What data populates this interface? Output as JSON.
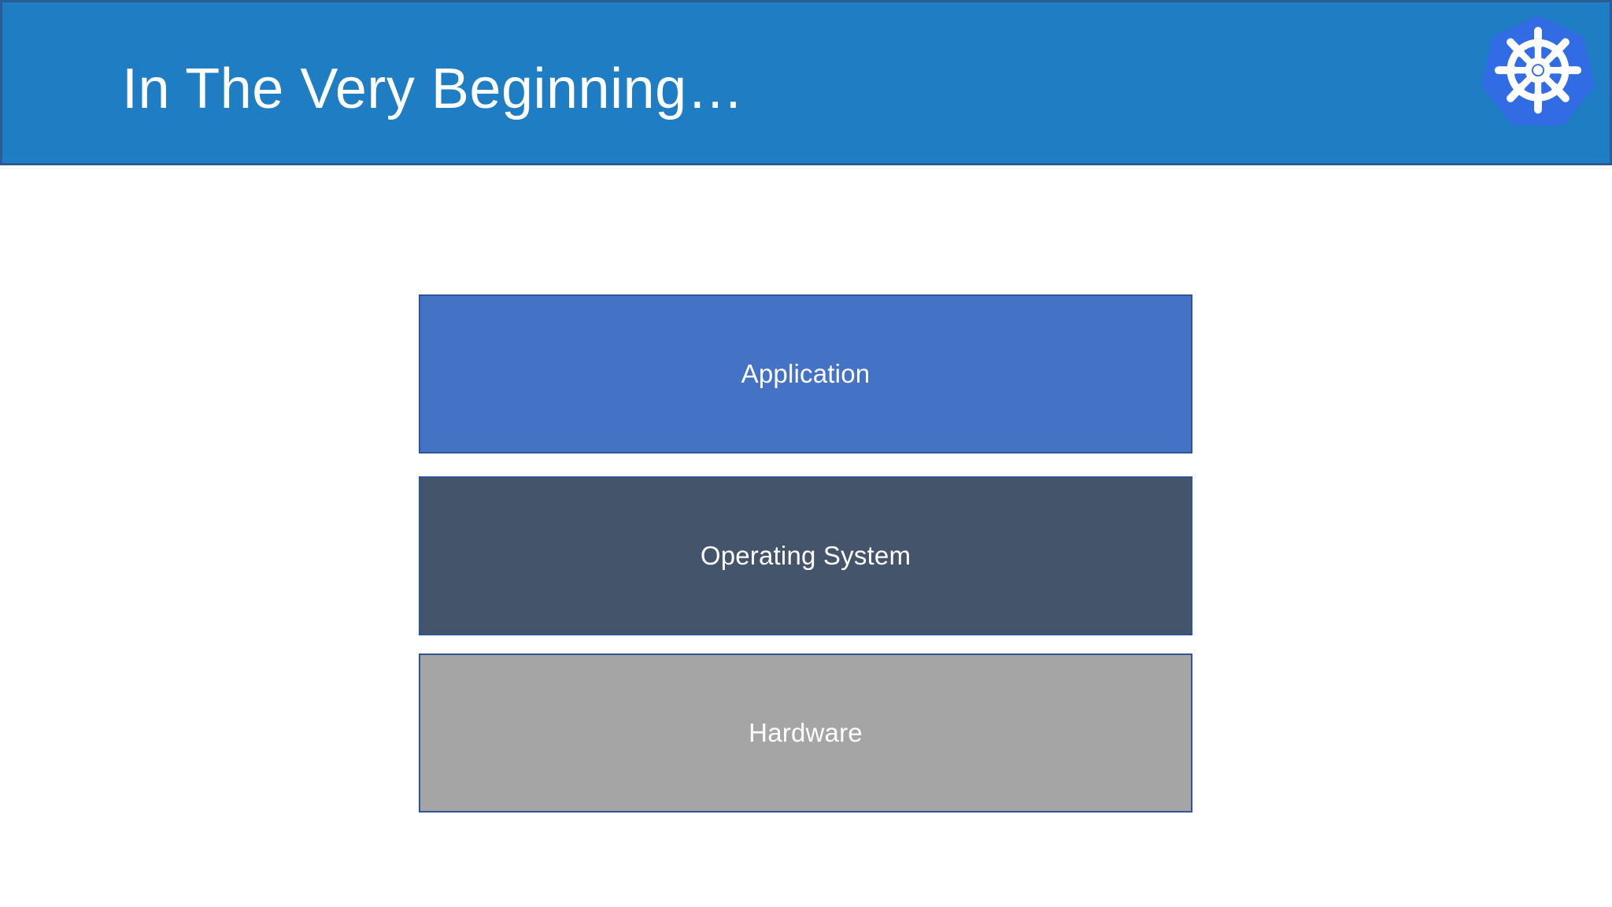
{
  "slide": {
    "title": "In The Very Beginning…",
    "background_color": "#FFFFFF"
  },
  "header": {
    "band_color": "#1F7DC4",
    "border_color": "#2A5C96",
    "title": "In The Very Beginning…",
    "title_color": "#FFFFFF",
    "logo": {
      "icon": "kubernetes-helm-wheel-icon",
      "badge_color": "#326CE5",
      "glyph_color": "#FFFFFF"
    }
  },
  "diagram": {
    "type": "layered-stack",
    "border_color": "#2F5597",
    "label_color": "#FFFFFF",
    "layers": [
      {
        "label": "Application",
        "fill": "#4472C4",
        "order": 1
      },
      {
        "label": "Operating System",
        "fill": "#44546A",
        "order": 2
      },
      {
        "label": "Hardware",
        "fill": "#A5A5A5",
        "order": 3
      }
    ]
  }
}
